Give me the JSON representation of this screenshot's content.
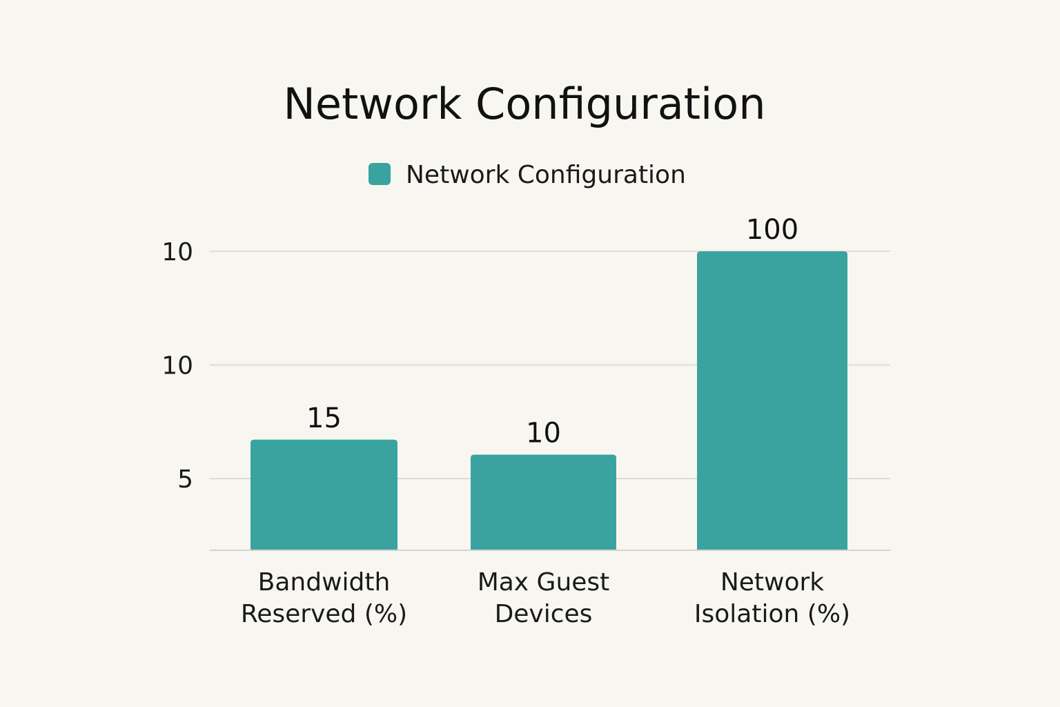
{
  "chart_data": {
    "type": "bar",
    "title": "Network Configuration",
    "legend": {
      "position": "top-center",
      "entries": [
        "Network Configuration"
      ]
    },
    "categories": [
      [
        "Bandwidth",
        "Reserved (%)"
      ],
      [
        "Max Guest",
        "Devices"
      ],
      [
        "Network",
        "Isolation (%)"
      ]
    ],
    "series": [
      {
        "name": "Network Configuration",
        "color": "#3aa39f",
        "values": [
          15,
          10,
          100
        ],
        "bar_levels": [
          0.37,
          0.32,
          1.0
        ],
        "labels": [
          "15",
          "10",
          "100"
        ]
      }
    ],
    "y_ticks": [
      {
        "label": "10",
        "level": 1.0
      },
      {
        "label": "10",
        "level": 0.62
      },
      {
        "label": "5",
        "level": 0.24
      }
    ],
    "grid": true
  }
}
